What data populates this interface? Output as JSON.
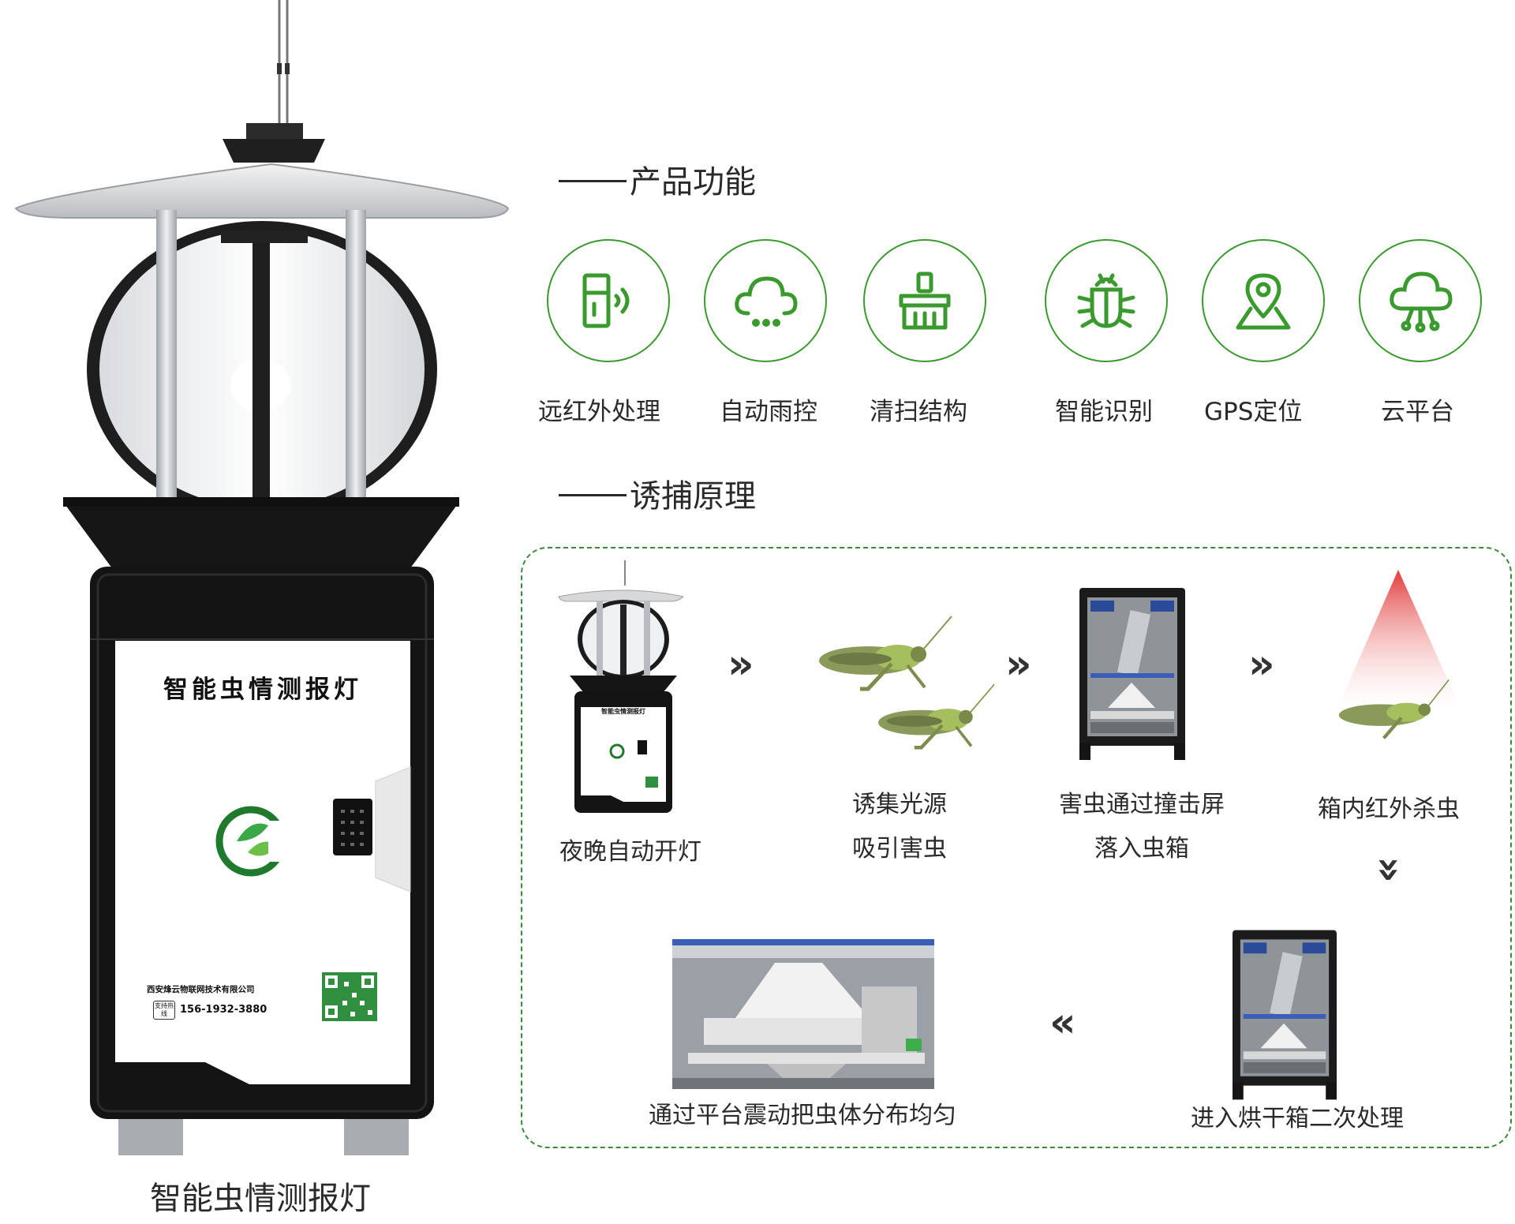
{
  "product": {
    "caption": "智能虫情测报灯",
    "panel_title": "智能虫情测报灯",
    "company": "西安烽云物联网技术有限公司",
    "hotline_label": "支持热线",
    "hotline": "156-1932-3880"
  },
  "sections": {
    "features_title": "产品功能",
    "principle_title": "诱捕原理"
  },
  "features": [
    {
      "label": "远红外处理",
      "icon": "infrared-sensor-icon"
    },
    {
      "label": "自动雨控",
      "icon": "rain-cloud-icon"
    },
    {
      "label": "清扫结构",
      "icon": "broom-icon"
    },
    {
      "label": "智能识别",
      "icon": "bug-icon"
    },
    {
      "label": "GPS定位",
      "icon": "location-pin-icon"
    },
    {
      "label": "云平台",
      "icon": "cloud-platform-icon"
    }
  ],
  "process": {
    "mini_panel_title": "智能虫情测报灯",
    "steps": [
      {
        "line1": "夜晚自动开灯",
        "line2": ""
      },
      {
        "line1": "诱集光源",
        "line2": "吸引害虫"
      },
      {
        "line1": "害虫通过撞击屏",
        "line2": "落入虫箱"
      },
      {
        "line1": "箱内红外杀虫",
        "line2": ""
      },
      {
        "line1": "进入烘干箱二次处理",
        "line2": ""
      },
      {
        "line1": "通过平台震动把虫体分布均匀",
        "line2": ""
      }
    ],
    "arrow_right": "»",
    "arrow_left": "«",
    "arrow_down": "»"
  },
  "colors": {
    "accent_green": "#3a9a2e",
    "dashed_border": "#3a8a3a",
    "body_black": "#1a1a1a",
    "infrared_red": "#e23a3a"
  }
}
